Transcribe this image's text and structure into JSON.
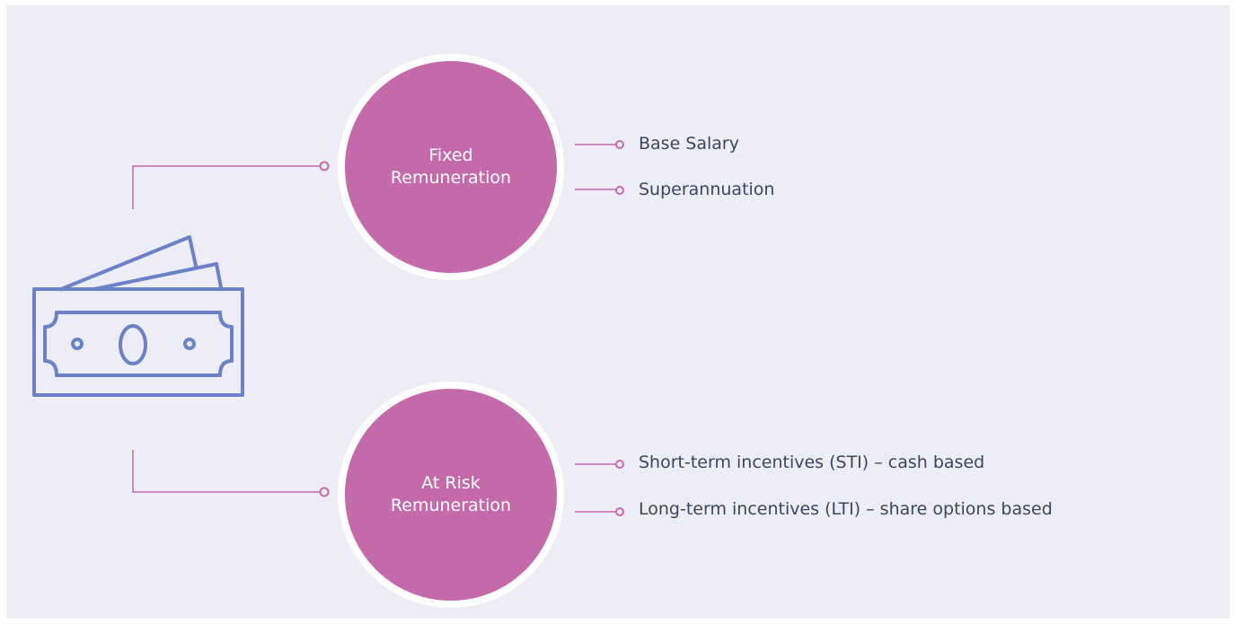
{
  "colors": {
    "background": "#ecedf6",
    "circle_fill": "#c46aab",
    "connector": "#c46aab",
    "icon": "#6b82c8",
    "text": "#39475e"
  },
  "icons": {
    "money": "money-bills-icon"
  },
  "fixed": {
    "line1": "Fixed",
    "line2": "Remuneration",
    "items": [
      "Base Salary",
      "Superannuation"
    ]
  },
  "at_risk": {
    "line1": "At Risk",
    "line2": "Remuneration",
    "items": [
      "Short-term incentives (STI) – cash based",
      "Long-term incentives (LTI) – share options based"
    ]
  }
}
